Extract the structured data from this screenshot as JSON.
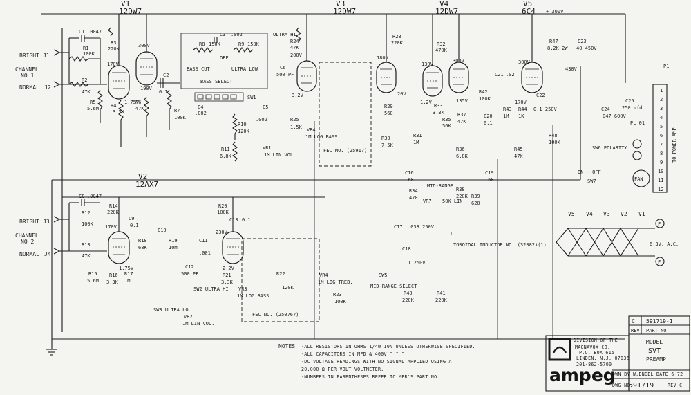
{
  "tubes": {
    "v1": {
      "ref": "V1",
      "type": "12DW7"
    },
    "v2": {
      "ref": "V2",
      "type": "12AX7"
    },
    "v3": {
      "ref": "V3",
      "type": "12DW7"
    },
    "v4": {
      "ref": "V4",
      "type": "12DW7"
    },
    "v5": {
      "ref": "V5",
      "type": "6C4"
    }
  },
  "inputs": {
    "ch1": {
      "bright": "BRIGHT",
      "bright_jack": "J1",
      "channel": "CHANNEL",
      "channel_no": "NO 1",
      "normal": "NORMAL",
      "normal_jack": "J2"
    },
    "ch2": {
      "bright": "BRIGHT",
      "bright_jack": "J3",
      "channel": "CHANNEL",
      "channel_no": "NO 2",
      "normal": "NORMAL",
      "normal_jack": "J4"
    }
  },
  "components": {
    "c1": {
      "ref": "C1",
      "val": ".0047"
    },
    "r1": {
      "ref": "R1",
      "val": "100K"
    },
    "r2": {
      "ref": "R2",
      "val": "47K"
    },
    "r3": {
      "ref": "R3",
      "val": "220K"
    },
    "r4": {
      "ref": "R4",
      "val": "3.3K"
    },
    "r5": {
      "ref": "R5",
      "val": "5.6M"
    },
    "r6": {
      "ref": "R6",
      "val": "47K"
    },
    "r7": {
      "ref": "R7",
      "val": "100K"
    },
    "c2": {
      "ref": "C2",
      "val": "0.1"
    },
    "c3": {
      "ref": "C3",
      "val": ".002"
    },
    "r8": {
      "ref": "R8",
      "val": "150K"
    },
    "r9": {
      "ref": "R9",
      "val": "150K"
    },
    "r10": {
      "ref": "R10",
      "val": "120K"
    },
    "r11": {
      "ref": "R11",
      "val": "6.8K"
    },
    "c4": {
      "ref": "C4",
      "val": ".002"
    },
    "c5": {
      "ref": "C5",
      "val": ".002"
    },
    "c6": {
      "ref": "C6",
      "val": "500 PF"
    },
    "r24": {
      "ref": "R24",
      "val": "47K"
    },
    "r25": {
      "ref": "R25",
      "val": "1.5K"
    },
    "vr1": {
      "ref": "VR1",
      "val": "1M LIN VOL"
    },
    "vr4": {
      "ref": "VR4",
      "val": "1M LOG BASS"
    },
    "r28": {
      "ref": "R28",
      "val": "220K"
    },
    "r29": {
      "ref": "R29",
      "val": "560"
    },
    "r30": {
      "ref": "R30",
      "val": "7.5K"
    },
    "r31": {
      "ref": "R31",
      "val": "1M"
    },
    "r32": {
      "ref": "R32",
      "val": "470K"
    },
    "r33": {
      "ref": "R33",
      "val": "3.3K"
    },
    "r35": {
      "ref": "R35",
      "val": "56K"
    },
    "r36": {
      "ref": "R36",
      "val": "6.8K"
    },
    "r37": {
      "ref": "R37",
      "val": "47K"
    },
    "r42": {
      "ref": "R42",
      "val": "100K"
    },
    "r43": {
      "ref": "R43",
      "val": "1M"
    },
    "r44": {
      "ref": "R44",
      "val": "1K"
    },
    "r45": {
      "ref": "R45",
      "val": "47K"
    },
    "r47": {
      "ref": "R47",
      "val": "8.2K 2W"
    },
    "c23": {
      "ref": "C23",
      "val": "40 450V"
    },
    "r48": {
      "ref": "R48",
      "val": "100K"
    },
    "c20": {
      "ref": "C20",
      "val": "0.1"
    },
    "c21": {
      "ref": "C21",
      "val": ".02"
    },
    "c22": {
      "ref": "C22",
      "val": "0.1 250V"
    },
    "c24": {
      "ref": "C24",
      "val": "047 600V"
    },
    "c25": {
      "ref": "C25",
      "val": "250 mfd"
    },
    "c16": {
      "ref": "C16",
      "val": ".68"
    },
    "c19": {
      "ref": "C19",
      "val": ".68"
    },
    "r34": {
      "ref": "R34",
      "val": "470"
    },
    "r38": {
      "ref": "R38",
      "val": "220K"
    },
    "r39": {
      "ref": "R39",
      "val": "620"
    },
    "vr7": {
      "ref": "VR7",
      "val": "50K LIN"
    },
    "c17": {
      "ref": "C17",
      "val": ".033 250V"
    },
    "c18": {
      "ref": "C18",
      "val": ".1 250V"
    },
    "r40": {
      "ref": "R40",
      "val": "220K"
    },
    "r41": {
      "ref": "R41",
      "val": "220K"
    },
    "l1": {
      "ref": "L1",
      "val": "TOROIDAL INDUCTOR NO. (32082)(1)"
    },
    "c8": {
      "ref": "C8",
      "val": ".0047"
    },
    "r12": {
      "ref": "R12",
      "val": "100K"
    },
    "r13": {
      "ref": "R13",
      "val": "47K"
    },
    "r14": {
      "ref": "R14",
      "val": "220K"
    },
    "r15": {
      "ref": "R15",
      "val": "5.6M"
    },
    "r16": {
      "ref": "R16",
      "val": "3.3K"
    },
    "r17": {
      "ref": "R17",
      "val": "1M"
    },
    "r18": {
      "ref": "R18",
      "val": "68K"
    },
    "r19": {
      "ref": "R19",
      "val": "10M"
    },
    "c9": {
      "ref": "C9",
      "val": "0.1"
    },
    "c10": {
      "ref": "C10",
      "val": ""
    },
    "c11": {
      "ref": "C11",
      "val": ".001"
    },
    "c12": {
      "ref": "C12",
      "val": "500 PF"
    },
    "r20": {
      "ref": "R20",
      "val": "100K"
    },
    "r21": {
      "ref": "R21",
      "val": "3.3K"
    },
    "r22": {
      "ref": "R22",
      "val": "120K"
    },
    "r23": {
      "ref": "R23",
      "val": "100K"
    },
    "c13": {
      "ref": "C13",
      "val": "0.1"
    },
    "vr3": {
      "ref": "VR3",
      "val": "1M LOG BASS"
    },
    "vr4b": {
      "ref": "VR4",
      "val": "1M LOG TREB."
    },
    "vr2": {
      "ref": "VR2",
      "val": "1M LIN VOL."
    }
  },
  "switches": {
    "sw1": "SW1",
    "sw2": "SW2 ULTRA HI",
    "sw3": "SW3 ULTRA LO.",
    "sw5": "SW5",
    "sw6": "SW6 POLARITY",
    "sw7": "SW7",
    "on_off": "ON - OFF",
    "ultra_hi": "ULTRA HI",
    "mid_range_select": "MID-RANGE SELECT",
    "mid_range": "MID-RANGE",
    "bass_cut": "BASS CUT",
    "ultra_low": "ULTRA LOW",
    "off": "OFF",
    "bass_select": "BASS SELECT"
  },
  "voltages": {
    "v1_plate_a": "300V",
    "v1_plate_b": "170V",
    "v1_plate_c": "190V",
    "v1_cath": "1.75V",
    "v3_plate": "200V",
    "v3_cath": "3.2V",
    "v3_b": "180V",
    "v3_c": "20V",
    "v4_a": "130V",
    "v4_b": "300V",
    "v4_c": "1.2V",
    "v4_d": "135V",
    "v5_plate": "300V",
    "v5_grid": "170V",
    "supply": "+ 300V",
    "supply2": "430V",
    "v2_plate": "170V",
    "v2_cath": "1.75V",
    "v2b_plate": "230V",
    "v2b_cath": "2.2V"
  },
  "fec_boxes": {
    "fec1": "FEC NO. (2591?)",
    "fec2": "FEC NO. (25076?)"
  },
  "power_connector": {
    "ref": "P1",
    "pins": [
      "1",
      "2",
      "3",
      "4",
      "5",
      "6",
      "7",
      "8",
      "9",
      "10",
      "11",
      "12"
    ],
    "label": "TO POWER AMP",
    "fan": "FAN",
    "lamp": "PL 01"
  },
  "heater_diagram": {
    "tubes": [
      "V5",
      "V4",
      "V3",
      "V2",
      "V1"
    ],
    "voltage": "6.3V. A.C.",
    "terminal": "F"
  },
  "notes": {
    "heading": "NOTES",
    "lines": [
      "-ALL RESISTORS IN OHMS 1/4W 10% UNLESS OTHERWISE SPECIFIED.",
      "-ALL CAPACITORS IN MFD & 400V  \"     \"      \"",
      "-DC VOLTAGE READINGS WITH NO SIGNAL APPLIED USING A",
      " 20,000 Ω PER VOLT VOLTMETER.",
      "-NUMBERS IN PARENTHESES REFER TO MFR'S PART NO."
    ]
  },
  "title_block": {
    "rev_line": "C",
    "part_number": "591719-1",
    "rev_header": "REV",
    "part_header": "PART NO.",
    "model_label": "MODEL",
    "model": "SVT",
    "subtitle": "PREAMP",
    "division": "DIVISION OF THE",
    "company": "MAGNAVOX CO.",
    "po_box": "P.O. BOX 615",
    "city": "LINDEN, N.J. 07036",
    "phone": "201-862-5700",
    "brand": "ampeg",
    "drawn_by": "DWN BY W.ENGEL",
    "date": "DATE 6-72",
    "dwg_no_label": "DWG NO.",
    "dwg_no": "591719",
    "rev": "REV C"
  }
}
